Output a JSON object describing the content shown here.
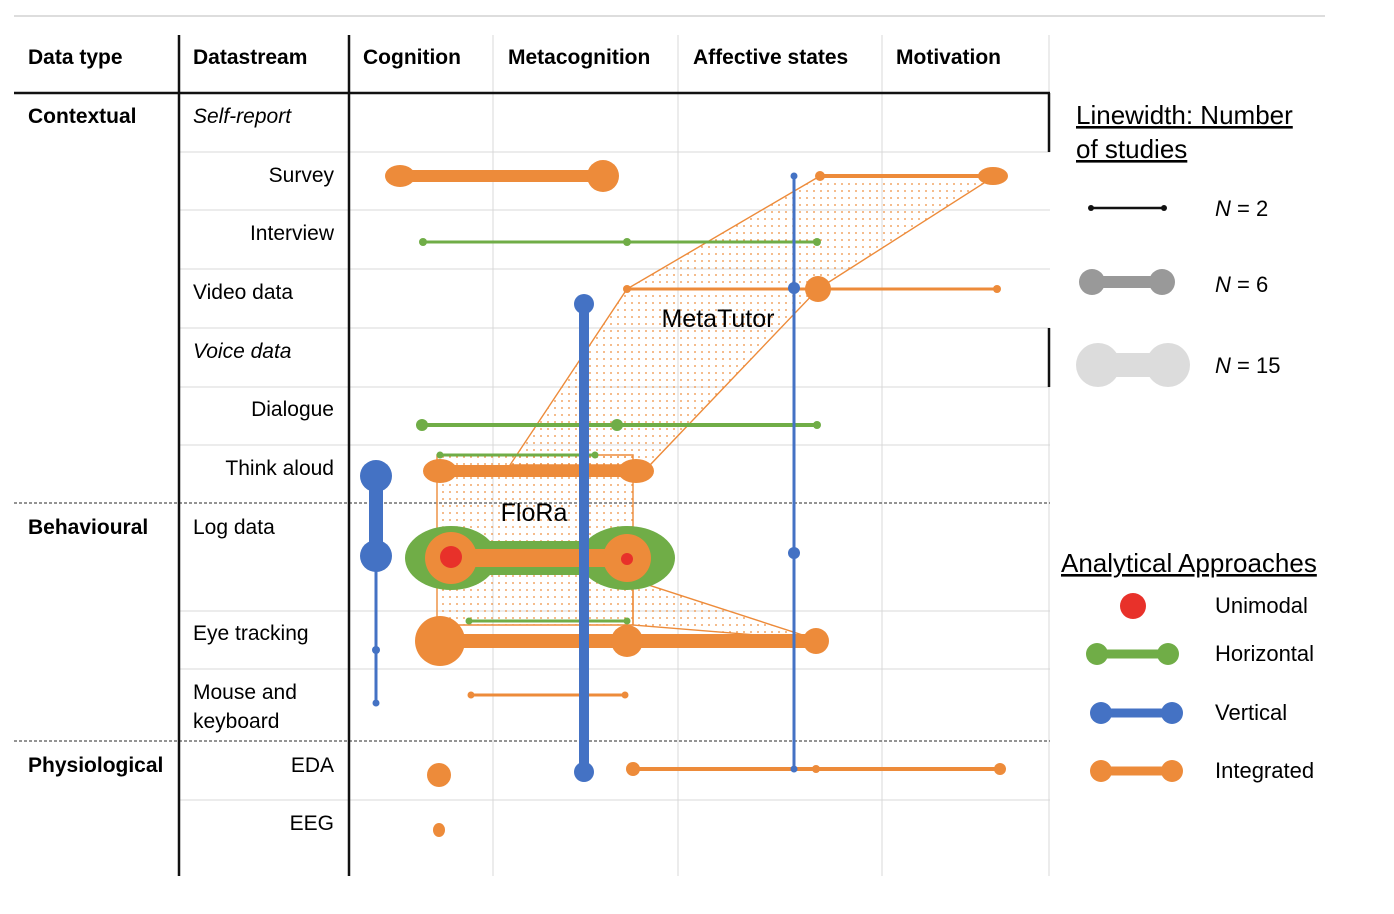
{
  "headers": {
    "data_type": "Data type",
    "datastream": "Datastream",
    "cognition": "Cognition",
    "metacognition": "Metacognition",
    "affective_states": "Affective states",
    "motivation": "Motivation"
  },
  "data_types": {
    "contextual": "Contextual",
    "behavioural": "Behavioural",
    "physiological": "Physiological"
  },
  "datastreams": {
    "self_report": "Self-report",
    "survey": "Survey",
    "interview": "Interview",
    "video_data": "Video data",
    "voice_data": "Voice data",
    "dialogue": "Dialogue",
    "think_aloud": "Think aloud",
    "log_data": "Log data",
    "eye_tracking": "Eye tracking",
    "mouse_keyboard_line1": "Mouse and",
    "mouse_keyboard_line2": "keyboard",
    "eda": "EDA",
    "eeg": "EEG"
  },
  "region_labels": {
    "metatutor": "MetaTutor",
    "flora": "FloRa"
  },
  "legend": {
    "linewidth_title_line1": "Linewidth: Number",
    "linewidth_title_line2": "of studies",
    "n2": "N = 2",
    "n6": "N = 6",
    "n15": "N = 15",
    "approaches_title": "Analytical Approaches",
    "unimodal": "Unimodal",
    "horizontal": "Horizontal",
    "vertical": "Vertical",
    "integrated": "Integrated"
  },
  "colors": {
    "unimodal": "#e8312a",
    "horizontal": "#70ad47",
    "vertical": "#4472c4",
    "integrated": "#ed8b3a",
    "grid": "#d9d9d9"
  }
}
